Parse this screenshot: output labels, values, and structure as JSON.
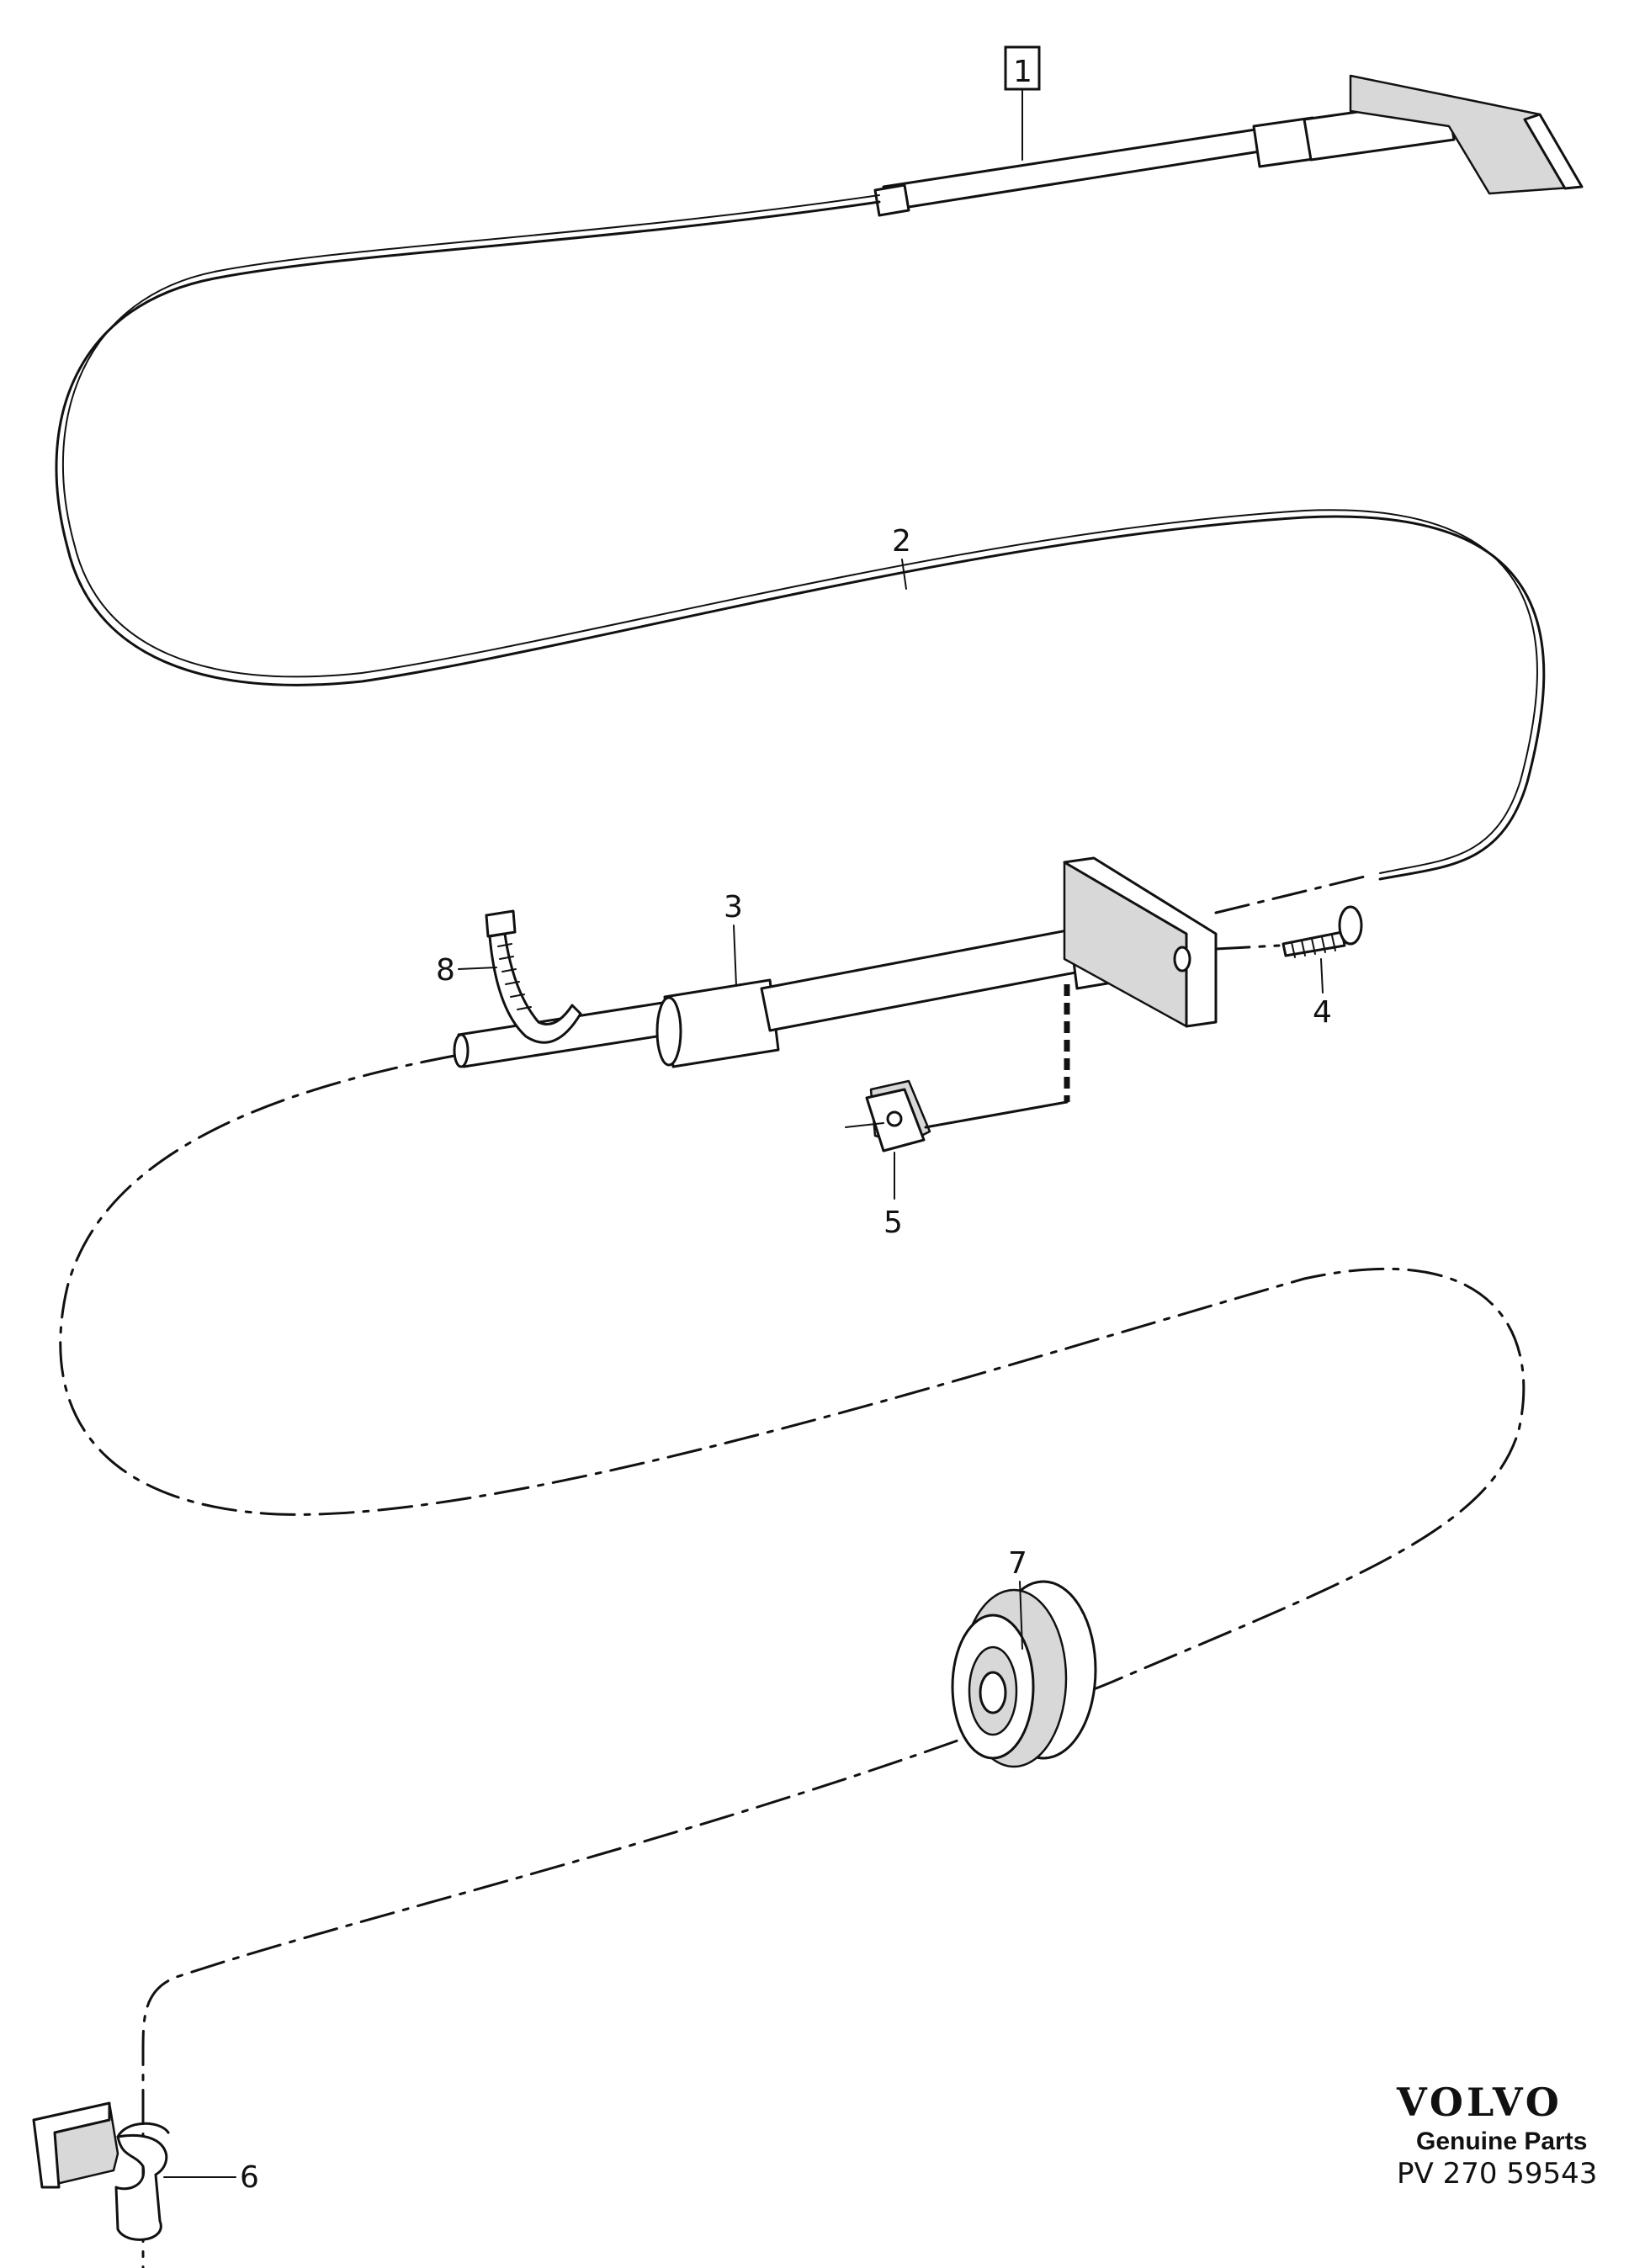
{
  "callouts": {
    "c1": "1",
    "c2": "2",
    "c3": "3",
    "c4": "4",
    "c5": "5",
    "c6": "6",
    "c7": "7",
    "c8": "8"
  },
  "brand": {
    "logo": "VOLVO",
    "subtitle": "Genuine Parts",
    "reference": "PV 270 59543"
  }
}
